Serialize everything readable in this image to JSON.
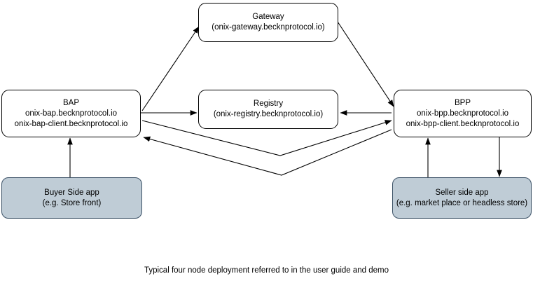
{
  "diagram": {
    "caption": "Typical four node deployment referred to in the user guide and demo",
    "colors": {
      "node_fill": "#ffffff",
      "node_stroke": "#000000",
      "app_fill": "#bfccd6",
      "app_stroke": "#3c5267",
      "edge": "#000000",
      "background": "#ffffff"
    },
    "nodes": [
      {
        "id": "gateway",
        "title": "Gateway",
        "subtitle": "(onix-gateway.becknprotocol.io)",
        "subtitle2": "",
        "type": "service"
      },
      {
        "id": "bap",
        "title": "BAP",
        "subtitle": "onix-bap.becknprotocol.io",
        "subtitle2": "onix-bap-client.becknprotocol.io",
        "type": "service"
      },
      {
        "id": "registry",
        "title": "Registry",
        "subtitle": "(onix-registry.becknprotocol.io)",
        "subtitle2": "",
        "type": "service"
      },
      {
        "id": "bpp",
        "title": "BPP",
        "subtitle": "onix-bpp.becknprotocol.io",
        "subtitle2": "onix-bpp-client.becknprotocol.io",
        "type": "service"
      },
      {
        "id": "buyer-app",
        "title": "Buyer Side app",
        "subtitle": "(e.g. Store front)",
        "subtitle2": "",
        "type": "app"
      },
      {
        "id": "seller-app",
        "title": "Seller side app",
        "subtitle": "(e.g. market place or headless store)",
        "subtitle2": "",
        "type": "app"
      }
    ],
    "edges": [
      {
        "id": "bap-to-gateway",
        "from": "bap",
        "to": "gateway",
        "arrow": "to"
      },
      {
        "id": "gateway-to-bpp",
        "from": "gateway",
        "to": "bpp",
        "arrow": "to"
      },
      {
        "id": "bap-to-registry",
        "from": "bap",
        "to": "registry",
        "arrow": "to"
      },
      {
        "id": "bpp-to-registry",
        "from": "bpp",
        "to": "registry",
        "arrow": "to"
      },
      {
        "id": "bap-to-bpp",
        "from": "bap",
        "to": "bpp",
        "arrow": "to"
      },
      {
        "id": "bpp-to-bap",
        "from": "bpp",
        "to": "bap",
        "arrow": "to"
      },
      {
        "id": "buyer-app-to-bap",
        "from": "buyer-app",
        "to": "bap",
        "arrow": "to"
      },
      {
        "id": "seller-app-to-bpp",
        "from": "seller-app",
        "to": "bpp",
        "arrow": "to"
      },
      {
        "id": "bpp-to-seller-app",
        "from": "bpp",
        "to": "seller-app",
        "arrow": "to"
      }
    ]
  }
}
